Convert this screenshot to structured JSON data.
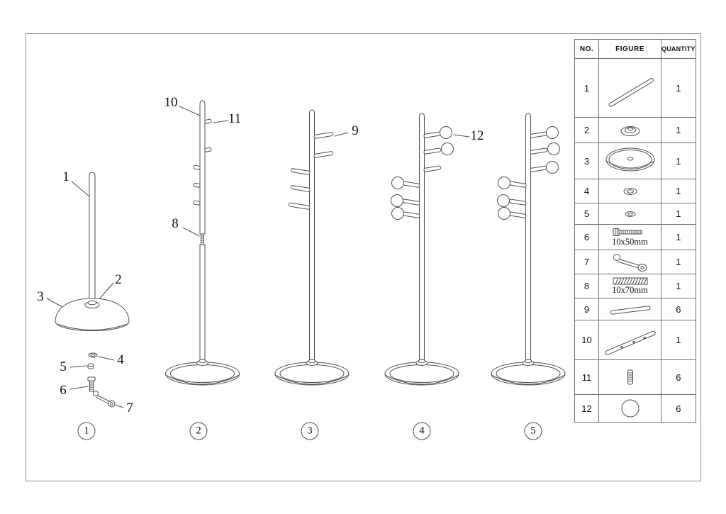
{
  "callouts": {
    "n1": "1",
    "n2": "2",
    "n3": "3",
    "n4": "4",
    "n5": "5",
    "n6": "6",
    "n7": "7",
    "n8": "8",
    "n9": "9",
    "n10": "10",
    "n11": "11",
    "n12": "12"
  },
  "step_labels": [
    "1",
    "2",
    "3",
    "4",
    "5"
  ],
  "parts_table": {
    "headers": {
      "no": "NO.",
      "figure": "FIGURE",
      "quantity": "QUANTITY"
    },
    "rows": [
      {
        "no": "1",
        "qty": "1",
        "figure": "pole-rod"
      },
      {
        "no": "2",
        "qty": "1",
        "figure": "cap-collar"
      },
      {
        "no": "3",
        "qty": "1",
        "figure": "round-base"
      },
      {
        "no": "4",
        "qty": "1",
        "figure": "washer"
      },
      {
        "no": "5",
        "qty": "1",
        "figure": "small-ring"
      },
      {
        "no": "6",
        "qty": "1",
        "figure": "bolt",
        "size_label": "10x50mm"
      },
      {
        "no": "7",
        "qty": "1",
        "figure": "wrench"
      },
      {
        "no": "8",
        "qty": "1",
        "figure": "threaded-connector",
        "size_label": "10x70mm"
      },
      {
        "no": "9",
        "qty": "6",
        "figure": "hanger-peg"
      },
      {
        "no": "10",
        "qty": "1",
        "figure": "upper-pole"
      },
      {
        "no": "11",
        "qty": "6",
        "figure": "stud-screw"
      },
      {
        "no": "12",
        "qty": "6",
        "figure": "ball-knob"
      }
    ]
  }
}
